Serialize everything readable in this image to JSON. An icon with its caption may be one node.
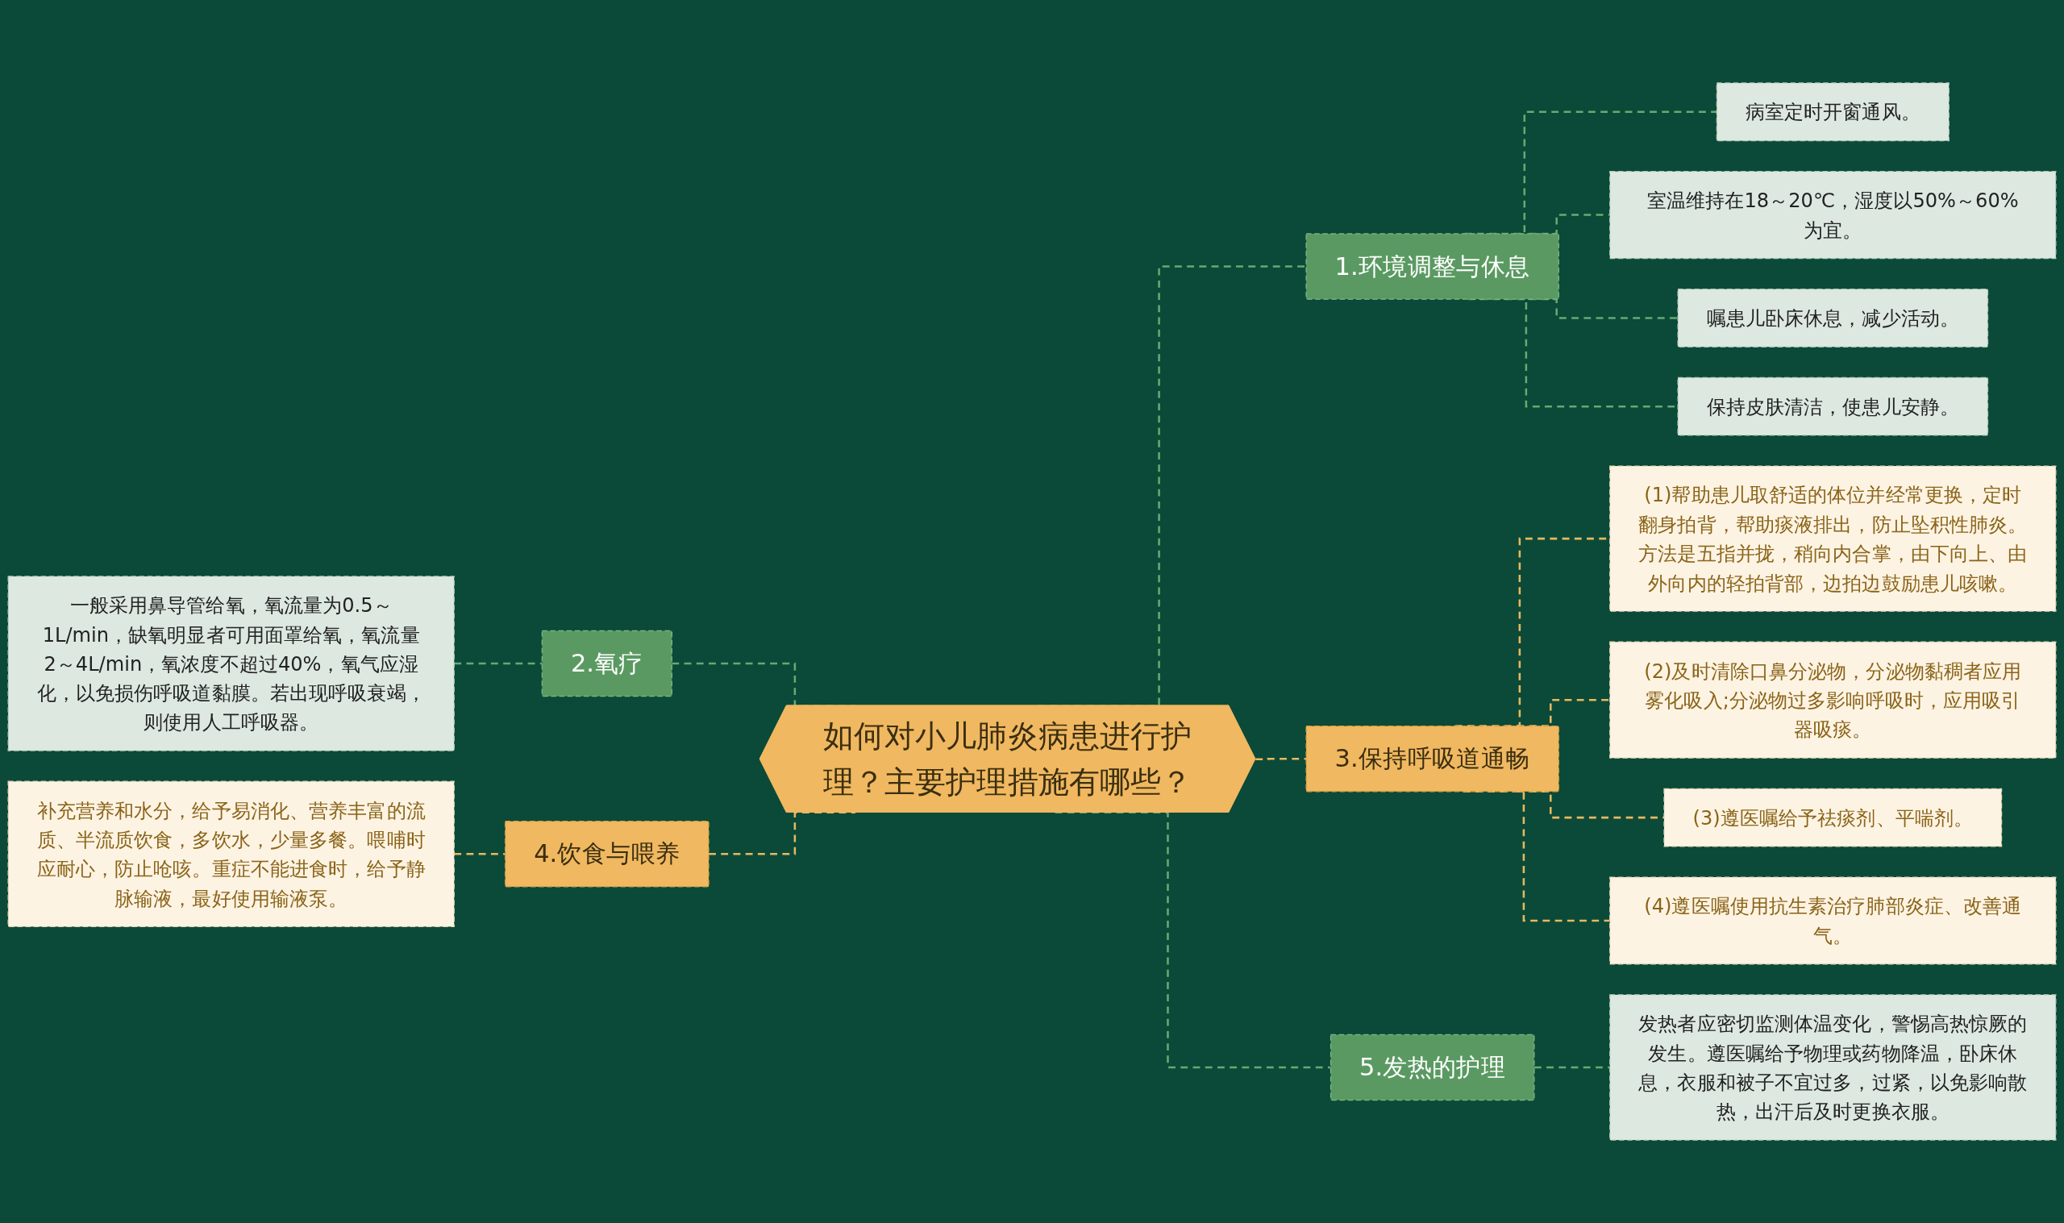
{
  "diagram": {
    "nodes": [
      {
        "text": [
          "如何对小儿肺炎病患进行护理？主要护理措施有哪些？"
        ]
      },
      {
        "text": [
          "1.环境调整与休息"
        ]
      },
      {
        "text": [
          "病室定时开窗通风。"
        ]
      },
      {
        "text": [
          "室温维持在18～20℃，湿度以50%～60%为宜。"
        ]
      },
      {
        "text": [
          "嘱患儿卧床休息，减少活动。"
        ]
      },
      {
        "text": [
          "保持皮肤清洁，使患儿安静。"
        ]
      },
      {
        "text": [
          "2.氧疗"
        ]
      },
      {
        "text": [
          "一般采用鼻导管给氧，氧流量为0.5～1L/min，缺氧明显者可用面罩给氧，氧流量2～4L/min，氧浓度不超过40%，氧气应湿化，以免损伤呼吸道黏膜。若出现呼吸衰竭，则使用人工呼吸器。"
        ]
      },
      {
        "text": [
          "3.保持呼吸道通畅"
        ]
      },
      {
        "text": [
          "(1)帮助患儿取舒适的体位并经常更换，定时翻身拍背，帮助痰液排出，防止坠积性肺炎。方法是五指并拢，稍向内合掌，由下向上、由外向内的轻拍背部，边拍边鼓励患儿咳嗽。"
        ]
      },
      {
        "text": [
          "(2)及时清除口鼻分泌物，分泌物黏稠者应用雾化吸入;分泌物过多影响呼吸时，应用吸引器吸痰。"
        ]
      },
      {
        "text": [
          "(3)遵医嘱给予祛痰剂、平喘剂。"
        ]
      },
      {
        "text": [
          "(4)遵医嘱使用抗生素治疗肺部炎症、改善通气。"
        ]
      },
      {
        "text": [
          "4.饮食与喂养"
        ]
      },
      {
        "text": [
          "补充营养和水分，给予易消化、营养丰富的流质、半流质饮食，多饮水，少量多餐。喂哺时应耐心，防止呛咳。重症不能进食时，给予静脉输液，最好使用输液泵。"
        ]
      },
      {
        "text": [
          "5.发热的护理"
        ]
      },
      {
        "text": [
          "发热者应密切监测体温变化，警惕高热惊厥的发生。遵医嘱给予物理或药物降温，卧床休息，衣服和被子不宜过多，过紧，以免影响散热，出汗后及时更换衣服。"
        ]
      }
    ],
    "edges": [
      {
        "from": 0,
        "to": 1,
        "arrow": "none",
        "style": "dashed"
      },
      {
        "from": 1,
        "to": 2,
        "arrow": "none",
        "style": "dashed"
      },
      {
        "from": 1,
        "to": 3,
        "arrow": "none",
        "style": "dashed"
      },
      {
        "from": 1,
        "to": 4,
        "arrow": "none",
        "style": "dashed"
      },
      {
        "from": 1,
        "to": 5,
        "arrow": "none",
        "style": "dashed"
      },
      {
        "from": 0,
        "to": 6,
        "arrow": "none",
        "style": "dashed"
      },
      {
        "from": 6,
        "to": 7,
        "arrow": "none",
        "style": "dashed"
      },
      {
        "from": 0,
        "to": 8,
        "arrow": "none",
        "style": "dashed",
        "color": "#e8b860"
      },
      {
        "from": 8,
        "to": 9,
        "arrow": "none",
        "style": "dashed",
        "color": "#e8b860"
      },
      {
        "from": 8,
        "to": 10,
        "arrow": "none",
        "style": "dashed",
        "color": "#e8b860"
      },
      {
        "from": 8,
        "to": 11,
        "arrow": "none",
        "style": "dashed",
        "color": "#e8b860"
      },
      {
        "from": 8,
        "to": 12,
        "arrow": "none",
        "style": "dashed",
        "color": "#e8b860"
      },
      {
        "from": 0,
        "to": 13,
        "arrow": "none",
        "style": "dashed",
        "color": "#e8b860"
      },
      {
        "from": 13,
        "to": 14,
        "arrow": "none",
        "style": "dashed",
        "color": "#e8b860"
      },
      {
        "from": 0,
        "to": 15,
        "arrow": "none",
        "style": "dashed"
      },
      {
        "from": 15,
        "to": 16,
        "arrow": "none",
        "style": "dashed"
      }
    ]
  }
}
